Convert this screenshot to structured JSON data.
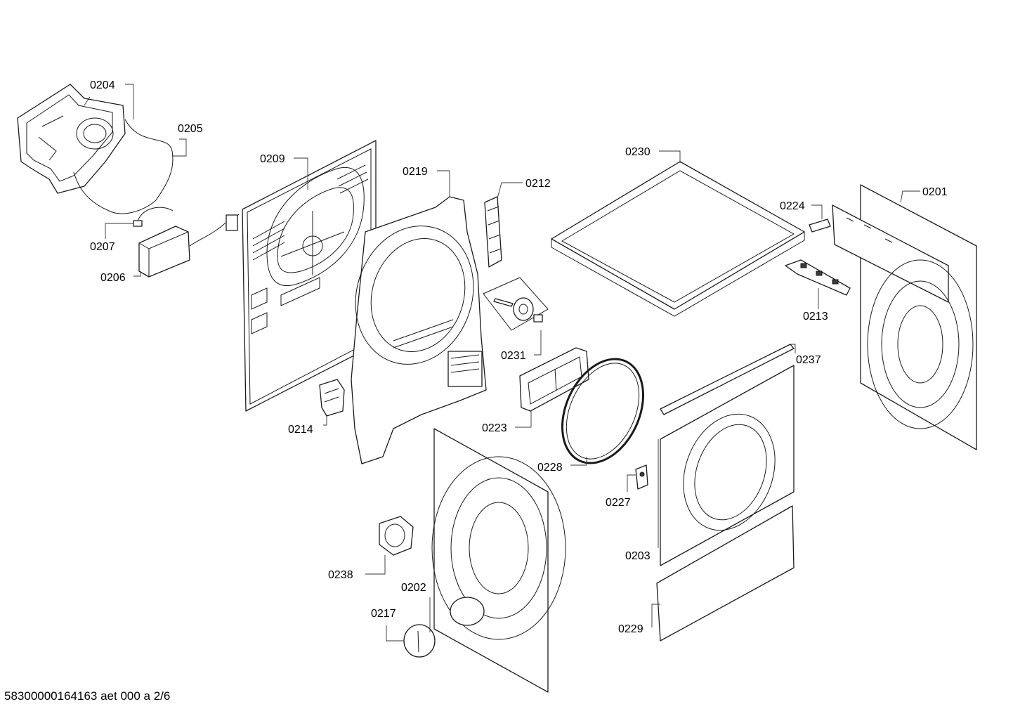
{
  "callouts": [
    {
      "id": "0204",
      "label": "0204"
    },
    {
      "id": "0205",
      "label": "0205"
    },
    {
      "id": "0207",
      "label": "0207"
    },
    {
      "id": "0206",
      "label": "0206"
    },
    {
      "id": "0209",
      "label": "0209"
    },
    {
      "id": "0219",
      "label": "0219"
    },
    {
      "id": "0212",
      "label": "0212"
    },
    {
      "id": "0231",
      "label": "0231"
    },
    {
      "id": "0214",
      "label": "0214"
    },
    {
      "id": "0223",
      "label": "0223"
    },
    {
      "id": "0228",
      "label": "0228"
    },
    {
      "id": "0230",
      "label": "0230"
    },
    {
      "id": "0224",
      "label": "0224"
    },
    {
      "id": "0201",
      "label": "0201"
    },
    {
      "id": "0213",
      "label": "0213"
    },
    {
      "id": "0237",
      "label": "0237"
    },
    {
      "id": "0227",
      "label": "0227"
    },
    {
      "id": "0203",
      "label": "0203"
    },
    {
      "id": "0229",
      "label": "0229"
    },
    {
      "id": "0238",
      "label": "0238"
    },
    {
      "id": "0202",
      "label": "0202"
    },
    {
      "id": "0217",
      "label": "0217"
    }
  ],
  "footer": {
    "reference": "58300000164163 aet 000 a 2/6"
  }
}
